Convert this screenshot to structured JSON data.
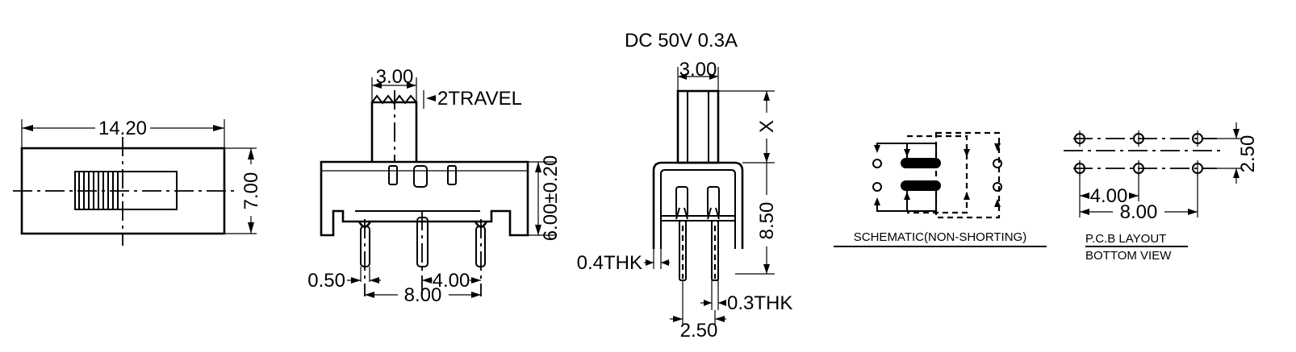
{
  "header": {
    "rating": "DC  50V  0.3A"
  },
  "top_view": {
    "width_label": "14.20",
    "height_label": "7.00"
  },
  "front_view": {
    "knob_width_label": "3.00",
    "travel_label": "2TRAVEL",
    "height_label": "6.00±0.20",
    "pin_width_label": "0.50",
    "pin_spacing_label": "4.00",
    "pin_span_label": "8.00"
  },
  "side_view": {
    "knob_width_label": "3.00",
    "x_label": "X",
    "height_label": "8.50",
    "frame_thickness_label": "0.4THK",
    "pin_thickness_label": "0.3THK",
    "pin_pitch_label": "2.50"
  },
  "schematic": {
    "caption": "SCHEMATIC(NON-SHORTING)"
  },
  "pcb_layout": {
    "caption_line1": "P.C.B LAYOUT",
    "caption_line2": "BOTTOM VIEW",
    "row_pitch_label": "2.50",
    "col_pitch_label": "4.00",
    "span_label": "8.00"
  }
}
